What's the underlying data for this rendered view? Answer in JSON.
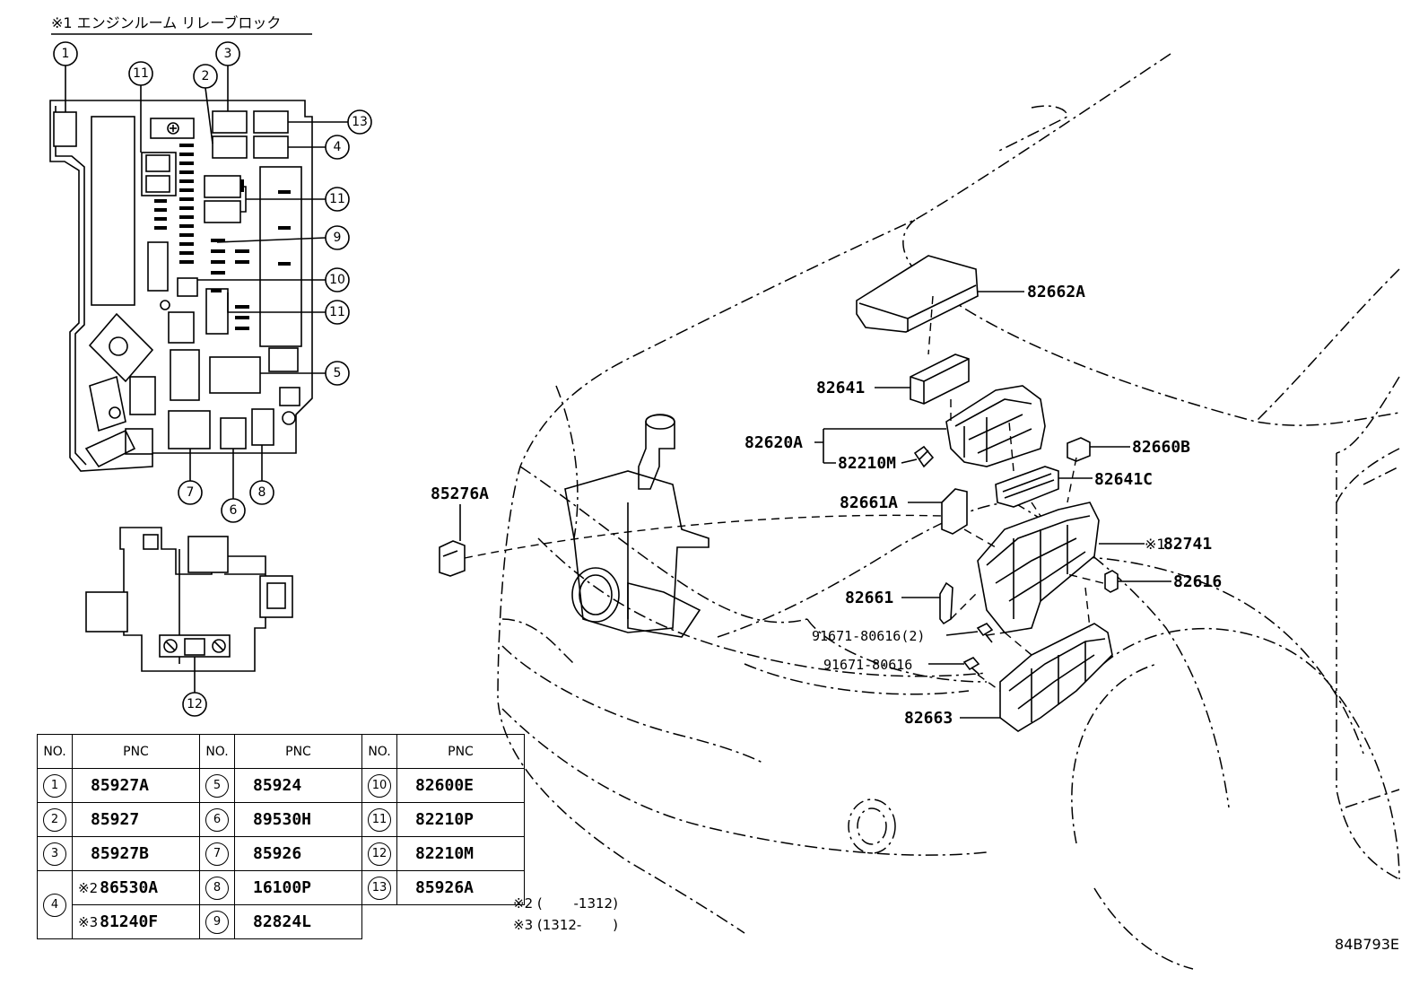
{
  "relay_block_title": "※1 エンジンルーム リレーブロック",
  "callouts": [
    "1",
    "2",
    "3",
    "4",
    "5",
    "6",
    "7",
    "8",
    "9",
    "10",
    "11",
    "12",
    "13"
  ],
  "part_labels": {
    "p82662A": "82662A",
    "p82641": "82641",
    "p82620A": "82620A",
    "p82210M": "82210M",
    "p82660B": "82660B",
    "p82641C": "82641C",
    "p82661A": "82661A",
    "p82741": "82741",
    "p82741_mark": "※1",
    "p82616": "82616",
    "p82661": "82661",
    "p91671_2": "91671-80616(2)",
    "p91671": "91671-80616",
    "p82663": "82663",
    "p85276A": "85276A"
  },
  "table": {
    "headers": [
      "NO.",
      "PNC",
      "NO.",
      "PNC",
      "NO.",
      "PNC"
    ],
    "col1": [
      {
        "no": "1",
        "pnc": "85927A"
      },
      {
        "no": "2",
        "pnc": "85927"
      },
      {
        "no": "3",
        "pnc": "85927B"
      },
      {
        "no": "4",
        "pnc_a_mark": "※2",
        "pnc_a": "86530A",
        "pnc_b_mark": "※3",
        "pnc_b": "81240F"
      }
    ],
    "col2": [
      {
        "no": "5",
        "pnc": "85924"
      },
      {
        "no": "6",
        "pnc": "89530H"
      },
      {
        "no": "7",
        "pnc": "85926"
      },
      {
        "no": "8",
        "pnc": "16100P"
      },
      {
        "no": "9",
        "pnc": "82824L"
      }
    ],
    "col3": [
      {
        "no": "10",
        "pnc": "82600E"
      },
      {
        "no": "11",
        "pnc": "82210P"
      },
      {
        "no": "12",
        "pnc": "82210M"
      },
      {
        "no": "13",
        "pnc": "85926A"
      }
    ]
  },
  "notes": {
    "n2": "※2 (　　 -1312)",
    "n3": "※3 (1312-　　 )"
  },
  "doc_id": "84B793E"
}
